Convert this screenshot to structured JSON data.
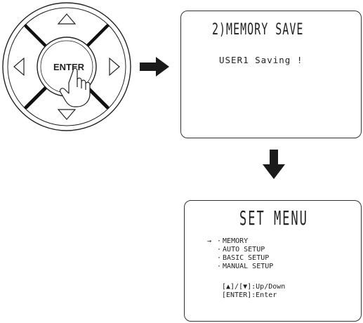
{
  "remote": {
    "enter_label": "ENTER"
  },
  "screen_memory_save": {
    "title": "2)MEMORY SAVE",
    "message": "USER1 Saving !"
  },
  "screen_set_menu": {
    "title": "SET MENU",
    "cursor": "→",
    "bullet": "·",
    "items": [
      {
        "label": "MEMORY"
      },
      {
        "label": "AUTO SETUP"
      },
      {
        "label": "BASIC SETUP"
      },
      {
        "label": "MANUAL SETUP"
      }
    ],
    "selected_index": 0,
    "help_updown": "[▲]/[▼]:Up/Down",
    "help_enter": "[ENTER]:Enter"
  },
  "colors": {
    "line": "#222222",
    "arrow_fill": "#1a1a1a",
    "background": "#ffffff"
  }
}
